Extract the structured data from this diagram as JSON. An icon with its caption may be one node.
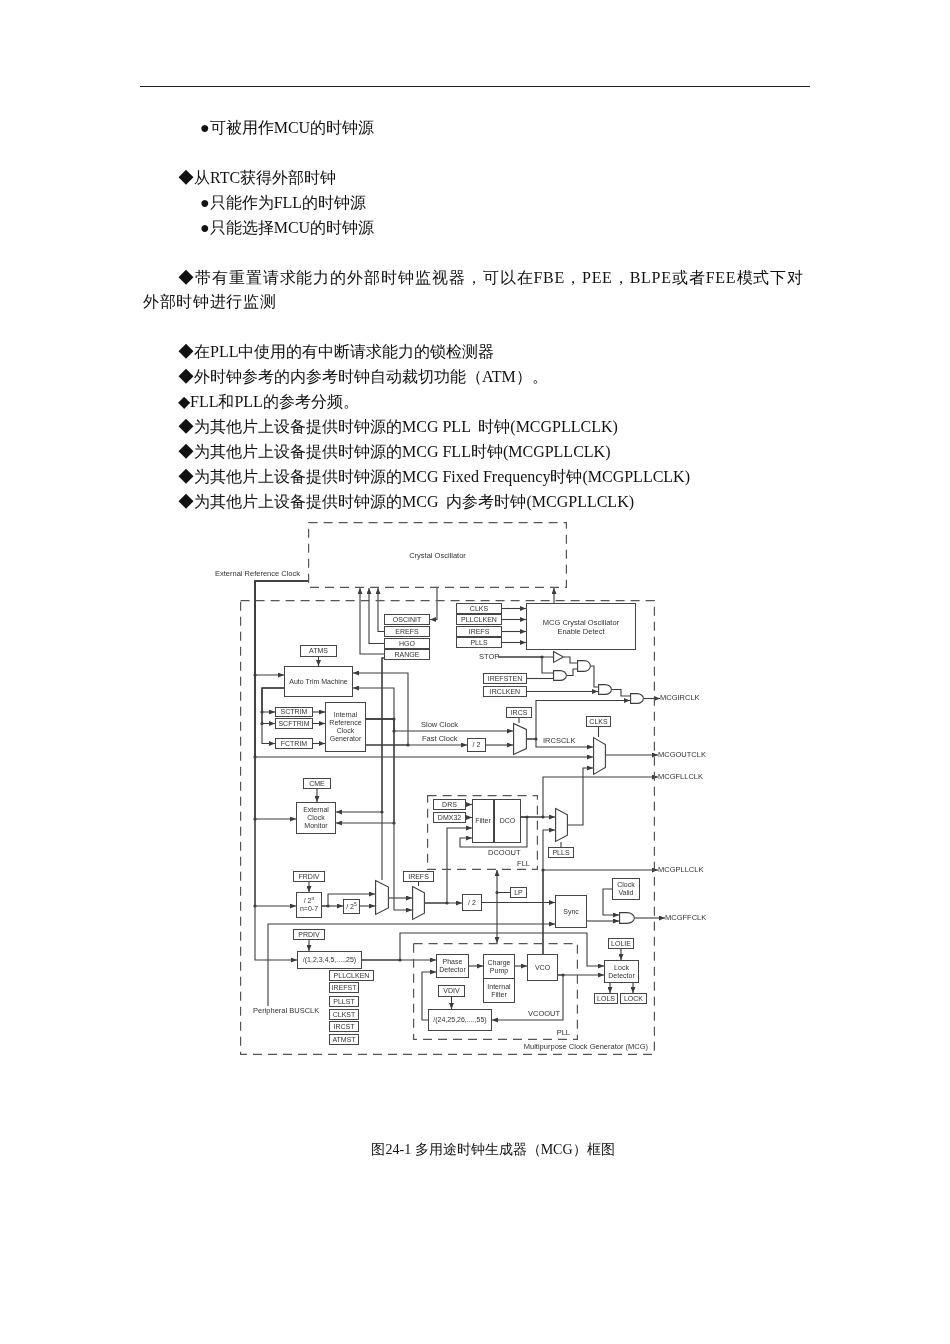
{
  "diagram": {
    "caption": "图24-1 多用途时钟生成器（MCG）框图",
    "nodes": [
      {
        "text": [
          "Crystal Oscillator"
        ]
      },
      {
        "text": [
          "Multipurpose Clock Generator (MCG)"
        ]
      },
      {
        "text": [
          "OSCINIT"
        ],
        "in": 1
      },
      {
        "text": [
          "EREFS"
        ],
        "in": 1
      },
      {
        "text": [
          "HGO"
        ],
        "in": 1
      },
      {
        "text": [
          "RANGE"
        ],
        "in": 1
      },
      {
        "text": [
          "CLKS"
        ],
        "in": 1
      },
      {
        "text": [
          "PLLCLKEN"
        ],
        "in": 1
      },
      {
        "text": [
          "IREFS"
        ],
        "in": 1
      },
      {
        "text": [
          "PLLS"
        ],
        "in": 1
      },
      {
        "text": [
          "MCG Crystal Oscillator Enable Detect"
        ],
        "in": 1
      },
      {
        "text": [
          "STOP"
        ],
        "in": 1
      },
      {
        "text": [],
        "shape": "triangle",
        "in": 1
      },
      {
        "text": [],
        "shape": "gate",
        "in": 1
      },
      {
        "text": [],
        "shape": "gate",
        "in": 1
      },
      {
        "text": [
          "ATMS"
        ],
        "in": 1
      },
      {
        "text": [
          "IREFSTEN"
        ],
        "in": 1
      },
      {
        "text": [
          "IRCLKEN"
        ],
        "in": 1
      },
      {
        "text": [
          "Auto Trim Machine"
        ],
        "in": 1
      },
      {
        "text": [],
        "shape": "gate",
        "in": 1
      },
      {
        "text": [
          "MCGIRCLK"
        ]
      },
      {
        "text": [],
        "shape": "gate",
        "in": 1
      },
      {
        "text": [
          "SCTRIM"
        ],
        "in": 1
      },
      {
        "text": [
          "IRCS"
        ],
        "in": 1
      },
      {
        "text": [
          "SCFTRIM"
        ],
        "in": 1
      },
      {
        "text": [
          "Internal Reference Clock Generator"
        ],
        "in": 1
      },
      {
        "text": [
          "CLKS"
        ],
        "in": 1
      },
      {
        "text": [],
        "shape": "trapezoid",
        "in": 1
      },
      {
        "text": [
          "/ 2"
        ],
        "in": 1
      },
      {
        "text": [
          "FCTRIM"
        ],
        "in": 1
      },
      {
        "text": [],
        "shape": "trapezoid",
        "in": 1
      },
      {
        "text": [
          "MCGOUTCLK"
        ]
      },
      {
        "text": [
          "MCGFLLCLK"
        ]
      },
      {
        "text": [
          "CME"
        ],
        "in": 1
      },
      {
        "text": [
          "FLL"
        ],
        "in": 1
      },
      {
        "text": [
          "DRS"
        ],
        "in": 34
      },
      {
        "text": [
          "Filter"
        ],
        "in": 34
      },
      {
        "text": [
          "DCO"
        ],
        "in": 34
      },
      {
        "text": [
          "External Clock Monitor"
        ],
        "in": 1
      },
      {
        "text": [
          "DMX32"
        ],
        "in": 34
      },
      {
        "text": [],
        "shape": "trapezoid",
        "in": 1
      },
      {
        "text": [
          "PLLS"
        ],
        "in": 1
      },
      {
        "text": [
          "MCGPLLCLK"
        ]
      },
      {
        "text": [
          "FRDIV"
        ],
        "in": 1
      },
      {
        "text": [
          "IREFS"
        ],
        "in": 1
      },
      {
        "text": [
          "Clock Valid"
        ],
        "in": 1
      },
      {
        "text": [],
        "shape": "trapezoid",
        "in": 1
      },
      {
        "text": [],
        "shape": "trapezoid",
        "in": 1
      },
      {
        "text": [
          "LP"
        ],
        "in": 1
      },
      {
        "text": [
          "/ 2$^{n}$",
          "n=0-7"
        ],
        "in": 1
      },
      {
        "text": [
          "/ 2"
        ],
        "in": 1
      },
      {
        "text": [
          "Sync"
        ],
        "in": 1
      },
      {
        "text": [
          "/ 2$^{5}$"
        ],
        "in": 1
      },
      {
        "text": [],
        "shape": "gate",
        "in": 1
      },
      {
        "text": [
          "MCGFFCLK"
        ]
      },
      {
        "text": [
          "PRDIV"
        ],
        "in": 1
      },
      {
        "text": [
          "LOLIE"
        ],
        "in": 1
      },
      {
        "text": [
          "PLL"
        ],
        "in": 1
      },
      {
        "text": [
          "/(1,2,3,4,5,....,25)"
        ],
        "in": 1
      },
      {
        "text": [
          "Phase Detector"
        ],
        "in": 57
      },
      {
        "text": [
          "Charge Pump",
          "Internal Filter"
        ],
        "in": 57
      },
      {
        "text": [
          "VCO"
        ],
        "in": 57
      },
      {
        "text": [
          "Lock Detector"
        ],
        "in": 1
      },
      {
        "text": [
          "PLLCLKEN"
        ],
        "in": 1
      },
      {
        "text": [
          "IREFST"
        ],
        "in": 1
      },
      {
        "text": [
          "VDIV"
        ],
        "in": 57
      },
      {
        "text": [
          "LOLS"
        ],
        "in": 1
      },
      {
        "text": [
          "LOCK"
        ],
        "in": 1
      },
      {
        "text": [
          "PLLST"
        ],
        "in": 1
      },
      {
        "text": [
          "Peripheral BUSCLK"
        ],
        "in": 1
      },
      {
        "text": [
          "CLKST"
        ],
        "in": 1
      },
      {
        "text": [
          "/(24,25,26,....,55)"
        ],
        "in": 57
      },
      {
        "text": [
          "IRCST"
        ],
        "in": 1
      },
      {
        "text": [
          "ATMST"
        ],
        "in": 1
      }
    ],
    "edges": [
      {
        "from": 0,
        "to": 2,
        "arrow": "to"
      },
      {
        "from": 3,
        "to": 0,
        "arrow": "to"
      },
      {
        "from": 4,
        "to": 0,
        "arrow": "to"
      },
      {
        "from": 5,
        "to": 0,
        "arrow": "to"
      },
      {
        "from": 6,
        "to": 10,
        "arrow": "to"
      },
      {
        "from": 7,
        "to": 10,
        "arrow": "to"
      },
      {
        "from": 8,
        "to": 10,
        "arrow": "to"
      },
      {
        "from": 9,
        "to": 10,
        "arrow": "to"
      },
      {
        "from": 10,
        "to": 0,
        "arrow": "to"
      },
      {
        "from": 0,
        "to": 18,
        "arrow": "to"
      },
      {
        "from": 0,
        "to": 30,
        "arrow": "to"
      },
      {
        "from": 0,
        "to": 38,
        "arrow": "to"
      },
      {
        "from": 0,
        "to": 49,
        "arrow": "to"
      },
      {
        "from": 0,
        "to": 58,
        "arrow": "to"
      },
      {
        "from": 15,
        "to": 18,
        "arrow": "to"
      },
      {
        "from": 11,
        "to": 12,
        "arrow": "none"
      },
      {
        "from": 11,
        "to": 14,
        "arrow": "none"
      },
      {
        "from": 16,
        "to": 14,
        "arrow": "none"
      },
      {
        "from": 12,
        "to": 13,
        "arrow": "none"
      },
      {
        "from": 14,
        "to": 13,
        "arrow": "none"
      },
      {
        "from": 13,
        "to": 19,
        "arrow": "none"
      },
      {
        "from": 17,
        "to": 19,
        "arrow": "to"
      },
      {
        "from": 19,
        "to": 21,
        "arrow": "none"
      },
      {
        "from": 27,
        "to": 21,
        "arrow": "to"
      },
      {
        "from": 21,
        "to": 20,
        "arrow": "to"
      },
      {
        "from": 18,
        "to": 22,
        "arrow": "to"
      },
      {
        "from": 18,
        "to": 24,
        "arrow": "to"
      },
      {
        "from": 18,
        "to": 29,
        "arrow": "to"
      },
      {
        "from": 22,
        "to": 25,
        "arrow": "to"
      },
      {
        "from": 24,
        "to": 25,
        "arrow": "to"
      },
      {
        "from": 29,
        "to": 25,
        "arrow": "to"
      },
      {
        "from": 25,
        "to": 27,
        "arrow": "to",
        "label": "Slow Clock"
      },
      {
        "from": 25,
        "to": 18,
        "arrow": "to"
      },
      {
        "from": 25,
        "to": 38,
        "arrow": "to"
      },
      {
        "from": 25,
        "to": 47,
        "arrow": "to"
      },
      {
        "from": 25,
        "to": 28,
        "arrow": "to",
        "label": "Fast Clock"
      },
      {
        "from": 25,
        "to": 18,
        "arrow": "to"
      },
      {
        "from": 28,
        "to": 27,
        "arrow": "to"
      },
      {
        "from": 23,
        "to": 27,
        "arrow": "none"
      },
      {
        "from": 27,
        "to": 30,
        "arrow": "to",
        "label": "IRCSCLK"
      },
      {
        "from": 26,
        "to": 30,
        "arrow": "none"
      },
      {
        "from": 30,
        "to": 31,
        "arrow": "to"
      },
      {
        "from": 37,
        "to": 32,
        "arrow": "to"
      },
      {
        "from": 33,
        "to": 38,
        "arrow": "to"
      },
      {
        "from": 35,
        "to": 36,
        "arrow": "to"
      },
      {
        "from": 39,
        "to": 36,
        "arrow": "to"
      },
      {
        "from": 47,
        "to": 36,
        "arrow": "to"
      },
      {
        "from": 37,
        "to": 36,
        "arrow": "to",
        "label": "DCOOUT"
      },
      {
        "from": 37,
        "to": 40,
        "arrow": "to"
      },
      {
        "from": 41,
        "to": 40,
        "arrow": "none"
      },
      {
        "from": 40,
        "to": 30,
        "arrow": "to"
      },
      {
        "from": 61,
        "to": 40,
        "arrow": "to"
      },
      {
        "from": 61,
        "to": 42,
        "arrow": "to"
      },
      {
        "from": 5,
        "to": 46,
        "arrow": "none"
      },
      {
        "from": 5,
        "to": 38,
        "arrow": "to"
      },
      {
        "from": 43,
        "to": 49,
        "arrow": "to"
      },
      {
        "from": 49,
        "to": 46,
        "arrow": "to"
      },
      {
        "from": 49,
        "to": 52,
        "arrow": "to"
      },
      {
        "from": 52,
        "to": 46,
        "arrow": "to"
      },
      {
        "from": 46,
        "to": 47,
        "arrow": "to"
      },
      {
        "from": 44,
        "to": 47,
        "arrow": "none"
      },
      {
        "from": 47,
        "to": 50,
        "arrow": "to"
      },
      {
        "from": 48,
        "to": 34,
        "arrow": "to"
      },
      {
        "from": 48,
        "to": 57,
        "arrow": "to"
      },
      {
        "from": 50,
        "to": 51,
        "arrow": "to"
      },
      {
        "from": 69,
        "to": 51,
        "arrow": "to"
      },
      {
        "from": 51,
        "to": 53,
        "arrow": "to"
      },
      {
        "from": 45,
        "to": 53,
        "arrow": "to"
      },
      {
        "from": 53,
        "to": 54,
        "arrow": "to"
      },
      {
        "from": 55,
        "to": 58,
        "arrow": "to"
      },
      {
        "from": 58,
        "to": 59,
        "arrow": "to"
      },
      {
        "from": 58,
        "to": 62,
        "arrow": "to"
      },
      {
        "from": 59,
        "to": 60,
        "arrow": "to"
      },
      {
        "from": 60,
        "to": 61,
        "arrow": "to"
      },
      {
        "from": 61,
        "to": 62,
        "arrow": "to"
      },
      {
        "from": 61,
        "to": 71,
        "arrow": "to",
        "label": "VCOOUT"
      },
      {
        "from": 71,
        "to": 59,
        "arrow": "to"
      },
      {
        "from": 65,
        "to": 71,
        "arrow": "to"
      },
      {
        "from": 56,
        "to": 62,
        "arrow": "to"
      },
      {
        "from": 62,
        "to": 66,
        "arrow": "to"
      },
      {
        "from": 62,
        "to": 67,
        "arrow": "to"
      }
    ],
    "labels": [
      "●可被用作MCU的时钟源",
      "◆从RTC获得外部时钟",
      "●只能作为FLL的时钟源",
      "●只能选择MCU的时钟源",
      "◆带有重置请求能力的外部时钟监视器，可以在FBE，PEE，BLPE或者FEE模式下对外部时钟进行监测",
      "◆在PLL中使用的有中断请求能力的锁检测器",
      "◆外时钟参考的内参考时钟自动裁切功能（ATM）。",
      "◆FLL和PLL的参考分频。",
      "◆为其他片上设备提供时钟源的MCG PLL  时钟(MCGPLLCLK)",
      "◆为其他片上设备提供时钟源的MCG FLL时钟(MCGPLLCLK)",
      "◆为其他片上设备提供时钟源的MCG Fixed Frequency时钟(MCGPLLCLK)",
      "◆为其他片上设备提供时钟源的MCG  内参考时钟(MCGPLLCLK)",
      "External Reference Clock"
    ]
  }
}
